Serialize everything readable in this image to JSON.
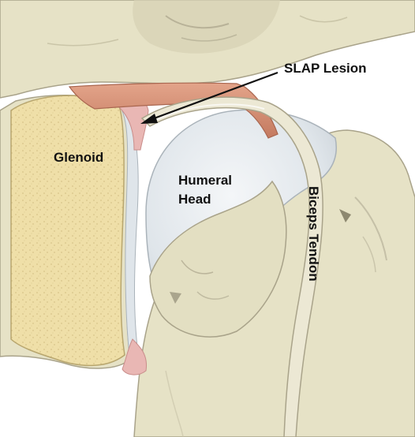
{
  "labels": {
    "slap_lesion": "SLAP Lesion",
    "glenoid": "Glenoid",
    "humeral_head_line1": "Humeral",
    "humeral_head_line2": "Head",
    "biceps_tendon": "Biceps Tendon"
  },
  "colors": {
    "background": "#ffffff",
    "bone": "#e6e2c6",
    "bone_shadow": "#b7b29a",
    "glenoid_cut": "#efdfa8",
    "glenoid_speckle": "#d7c48a",
    "cartilage": "#dde4ea",
    "labrum": "#e9b7b4",
    "tendon": "#d98e73",
    "biceps_tendon": "#ece8d4",
    "arrow": "#111111"
  }
}
